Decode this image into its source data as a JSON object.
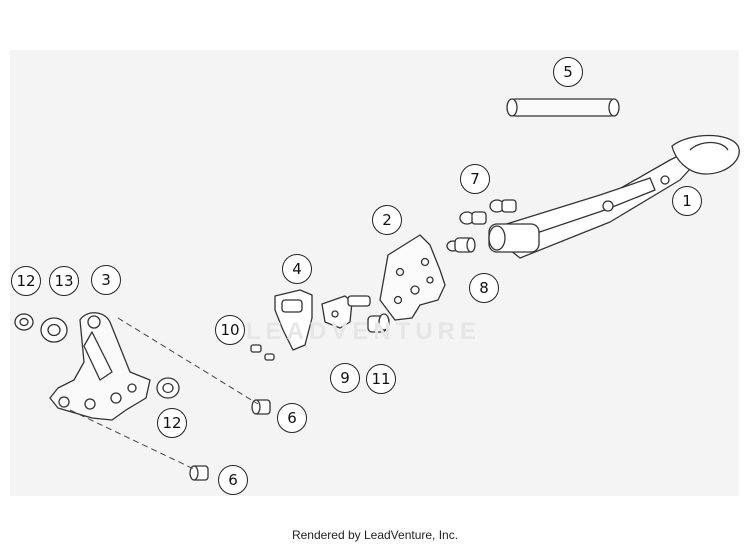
{
  "diagram": {
    "watermark": "LEADVENTURE",
    "footer": "Rendered by LeadVenture, Inc.",
    "callouts": {
      "c1": "1",
      "c2": "2",
      "c3": "3",
      "c4": "4",
      "c5": "5",
      "c6a": "6",
      "c6b": "6",
      "c7": "7",
      "c8": "8",
      "c9": "9",
      "c10": "10",
      "c11": "11",
      "c12a": "12",
      "c12b": "12",
      "c13": "13"
    }
  }
}
